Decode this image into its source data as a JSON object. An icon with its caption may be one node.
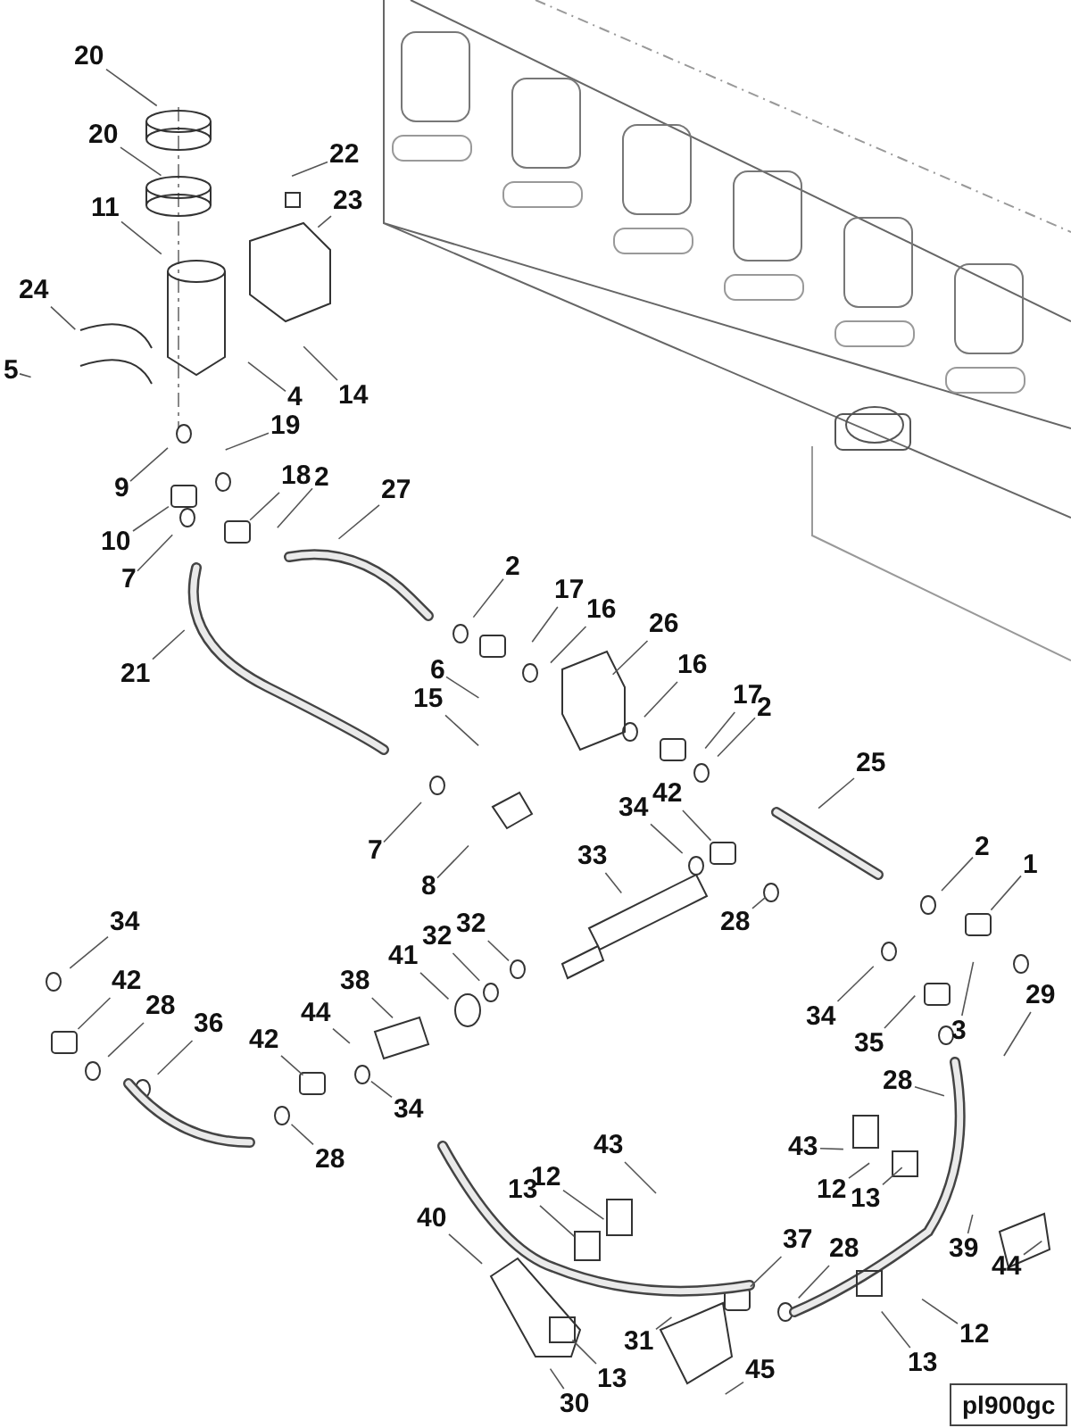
{
  "diagram": {
    "nodes": [
      {
        "text": [
          "20"
        ]
      },
      {
        "text": [
          "20"
        ]
      },
      {
        "text": [
          "22"
        ]
      },
      {
        "text": [
          "11"
        ]
      },
      {
        "text": [
          "23"
        ]
      },
      {
        "text": [
          "24"
        ]
      },
      {
        "text": [
          "5"
        ]
      },
      {
        "text": [
          "4"
        ]
      },
      {
        "text": [
          "14"
        ]
      },
      {
        "text": [
          "19"
        ]
      },
      {
        "text": [
          "9"
        ]
      },
      {
        "text": [
          "18"
        ]
      },
      {
        "text": [
          "2"
        ]
      },
      {
        "text": [
          "27"
        ]
      },
      {
        "text": [
          "10"
        ]
      },
      {
        "text": [
          "7"
        ]
      },
      {
        "text": [
          "21"
        ]
      },
      {
        "text": [
          "2"
        ]
      },
      {
        "text": [
          "17"
        ]
      },
      {
        "text": [
          "16"
        ]
      },
      {
        "text": [
          "6"
        ]
      },
      {
        "text": [
          "26"
        ]
      },
      {
        "text": [
          "15"
        ]
      },
      {
        "text": [
          "16"
        ]
      },
      {
        "text": [
          "17"
        ]
      },
      {
        "text": [
          "2"
        ]
      },
      {
        "text": [
          "25"
        ]
      },
      {
        "text": [
          "7"
        ]
      },
      {
        "text": [
          "34"
        ]
      },
      {
        "text": [
          "42"
        ]
      },
      {
        "text": [
          "33"
        ]
      },
      {
        "text": [
          "8"
        ]
      },
      {
        "text": [
          "28"
        ]
      },
      {
        "text": [
          "2"
        ]
      },
      {
        "text": [
          "1"
        ]
      },
      {
        "text": [
          "34"
        ]
      },
      {
        "text": [
          "32"
        ]
      },
      {
        "text": [
          "32"
        ]
      },
      {
        "text": [
          "41"
        ]
      },
      {
        "text": [
          "34"
        ]
      },
      {
        "text": [
          "3"
        ]
      },
      {
        "text": [
          "29"
        ]
      },
      {
        "text": [
          "42"
        ]
      },
      {
        "text": [
          "38"
        ]
      },
      {
        "text": [
          "28"
        ]
      },
      {
        "text": [
          "36"
        ]
      },
      {
        "text": [
          "35"
        ]
      },
      {
        "text": [
          "44"
        ]
      },
      {
        "text": [
          "42"
        ]
      },
      {
        "text": [
          "28"
        ]
      },
      {
        "text": [
          "34"
        ]
      },
      {
        "text": [
          "28"
        ]
      },
      {
        "text": [
          "43"
        ]
      },
      {
        "text": [
          "43"
        ]
      },
      {
        "text": [
          "12"
        ]
      },
      {
        "text": [
          "12"
        ]
      },
      {
        "text": [
          "13"
        ]
      },
      {
        "text": [
          "13"
        ]
      },
      {
        "text": [
          "40"
        ]
      },
      {
        "text": [
          "37"
        ]
      },
      {
        "text": [
          "28"
        ]
      },
      {
        "text": [
          "39"
        ]
      },
      {
        "text": [
          "44"
        ]
      },
      {
        "text": [
          "12"
        ]
      },
      {
        "text": [
          "13"
        ]
      },
      {
        "text": [
          "31"
        ]
      },
      {
        "text": [
          "45"
        ]
      },
      {
        "text": [
          "13"
        ]
      },
      {
        "text": [
          "30"
        ]
      },
      {
        "text": [
          "pl900gc"
        ]
      }
    ],
    "edges": [
      {
        "from": 0,
        "to": null,
        "arrow": "none"
      },
      {
        "from": 1,
        "to": null,
        "arrow": "none"
      },
      {
        "from": 2,
        "to": null,
        "arrow": "none"
      },
      {
        "from": 3,
        "to": null,
        "arrow": "none"
      },
      {
        "from": 4,
        "to": null,
        "arrow": "none"
      },
      {
        "from": 5,
        "to": null,
        "arrow": "none"
      },
      {
        "from": 6,
        "to": null,
        "arrow": "none"
      },
      {
        "from": 7,
        "to": null,
        "arrow": "none"
      },
      {
        "from": 8,
        "to": null,
        "arrow": "none"
      },
      {
        "from": 9,
        "to": null,
        "arrow": "none"
      },
      {
        "from": 10,
        "to": null,
        "arrow": "none"
      },
      {
        "from": 11,
        "to": null,
        "arrow": "none"
      },
      {
        "from": 12,
        "to": null,
        "arrow": "none"
      },
      {
        "from": 13,
        "to": null,
        "arrow": "none"
      },
      {
        "from": 14,
        "to": null,
        "arrow": "none"
      },
      {
        "from": 15,
        "to": null,
        "arrow": "none"
      },
      {
        "from": 16,
        "to": null,
        "arrow": "none"
      },
      {
        "from": 17,
        "to": null,
        "arrow": "none"
      },
      {
        "from": 18,
        "to": null,
        "arrow": "none"
      },
      {
        "from": 19,
        "to": null,
        "arrow": "none"
      },
      {
        "from": 20,
        "to": null,
        "arrow": "none"
      },
      {
        "from": 21,
        "to": null,
        "arrow": "none"
      },
      {
        "from": 22,
        "to": null,
        "arrow": "none"
      },
      {
        "from": 23,
        "to": null,
        "arrow": "none"
      },
      {
        "from": 24,
        "to": null,
        "arrow": "none"
      },
      {
        "from": 25,
        "to": null,
        "arrow": "none"
      },
      {
        "from": 26,
        "to": null,
        "arrow": "none"
      },
      {
        "from": 27,
        "to": null,
        "arrow": "none"
      },
      {
        "from": 28,
        "to": null,
        "arrow": "none"
      },
      {
        "from": 29,
        "to": null,
        "arrow": "none"
      },
      {
        "from": 30,
        "to": null,
        "arrow": "none"
      },
      {
        "from": 31,
        "to": null,
        "arrow": "none"
      },
      {
        "from": 32,
        "to": null,
        "arrow": "none"
      },
      {
        "from": 33,
        "to": null,
        "arrow": "none"
      },
      {
        "from": 34,
        "to": null,
        "arrow": "none"
      },
      {
        "from": 35,
        "to": null,
        "arrow": "none"
      },
      {
        "from": 36,
        "to": null,
        "arrow": "none"
      },
      {
        "from": 37,
        "to": null,
        "arrow": "none"
      },
      {
        "from": 38,
        "to": null,
        "arrow": "none"
      },
      {
        "from": 39,
        "to": null,
        "arrow": "none"
      },
      {
        "from": 40,
        "to": null,
        "arrow": "none"
      },
      {
        "from": 41,
        "to": null,
        "arrow": "none"
      },
      {
        "from": 42,
        "to": null,
        "arrow": "none"
      },
      {
        "from": 43,
        "to": null,
        "arrow": "none"
      },
      {
        "from": 44,
        "to": null,
        "arrow": "none"
      },
      {
        "from": 45,
        "to": null,
        "arrow": "none"
      },
      {
        "from": 46,
        "to": null,
        "arrow": "none"
      },
      {
        "from": 47,
        "to": null,
        "arrow": "none"
      },
      {
        "from": 48,
        "to": null,
        "arrow": "none"
      },
      {
        "from": 49,
        "to": null,
        "arrow": "none"
      },
      {
        "from": 50,
        "to": null,
        "arrow": "none"
      },
      {
        "from": 51,
        "to": null,
        "arrow": "none"
      },
      {
        "from": 52,
        "to": null,
        "arrow": "none"
      },
      {
        "from": 53,
        "to": null,
        "arrow": "none"
      },
      {
        "from": 54,
        "to": null,
        "arrow": "none"
      },
      {
        "from": 55,
        "to": null,
        "arrow": "none"
      },
      {
        "from": 56,
        "to": null,
        "arrow": "none"
      },
      {
        "from": 57,
        "to": null,
        "arrow": "none"
      },
      {
        "from": 58,
        "to": null,
        "arrow": "none"
      },
      {
        "from": 59,
        "to": null,
        "arrow": "none"
      },
      {
        "from": 60,
        "to": null,
        "arrow": "none"
      },
      {
        "from": 61,
        "to": null,
        "arrow": "none"
      },
      {
        "from": 62,
        "to": null,
        "arrow": "none"
      },
      {
        "from": 63,
        "to": null,
        "arrow": "none"
      },
      {
        "from": 64,
        "to": null,
        "arrow": "none"
      },
      {
        "from": 65,
        "to": null,
        "arrow": "none"
      },
      {
        "from": 66,
        "to": null,
        "arrow": "none"
      },
      {
        "from": 67,
        "to": null,
        "arrow": "none"
      },
      {
        "from": 68,
        "to": null,
        "arrow": "none"
      }
    ]
  }
}
